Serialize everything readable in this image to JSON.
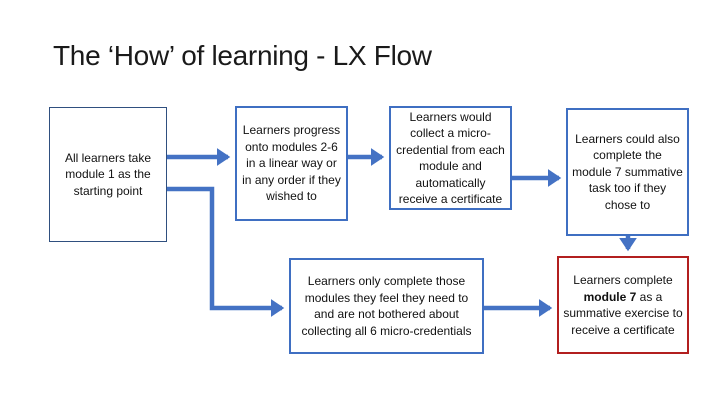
{
  "slide": {
    "title": "The ‘How’ of learning - LX Flow",
    "boxes": {
      "start": "All learners take module 1 as the starting point",
      "progress": "Learners progress onto modules 2-6 in a linear way or in any order if they wished to",
      "collect": "Learners would collect a micro-credential from each module and automatically receive a certificate",
      "optional": "Learners could also complete the module 7 summative task too if they chose to",
      "selective": "Learners only complete those modules they feel they need to and are not bothered about collecting all 6 micro-credentials",
      "final_before": "Learners complete",
      "final_bold": "module 7",
      "final_after": "as a summative exercise to receive a certificate"
    },
    "colors": {
      "arrow": "#4472c4",
      "box_border": "#3f6fc2",
      "highlight_border": "#b21f1f"
    }
  }
}
